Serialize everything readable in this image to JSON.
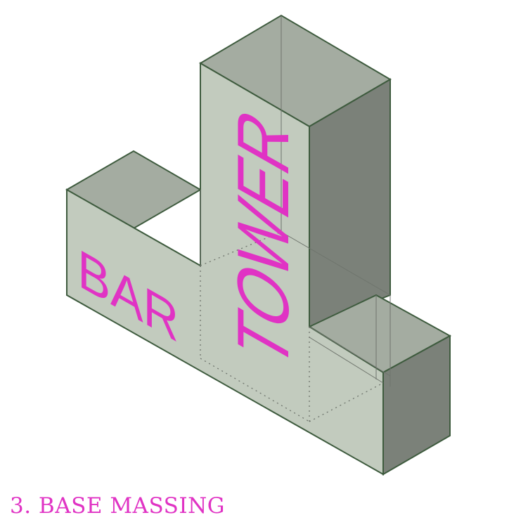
{
  "diagram": {
    "bar_label": "BAR",
    "tower_label": "TOWER",
    "caption": "3. BASE MASSING"
  },
  "colors": {
    "label": "#e033c4",
    "outline": "#3e5b3e",
    "face_front": "#c2cbbe",
    "face_top": "#a4aca1",
    "face_side": "#7b8179",
    "hidden_line": "#6f756d"
  }
}
